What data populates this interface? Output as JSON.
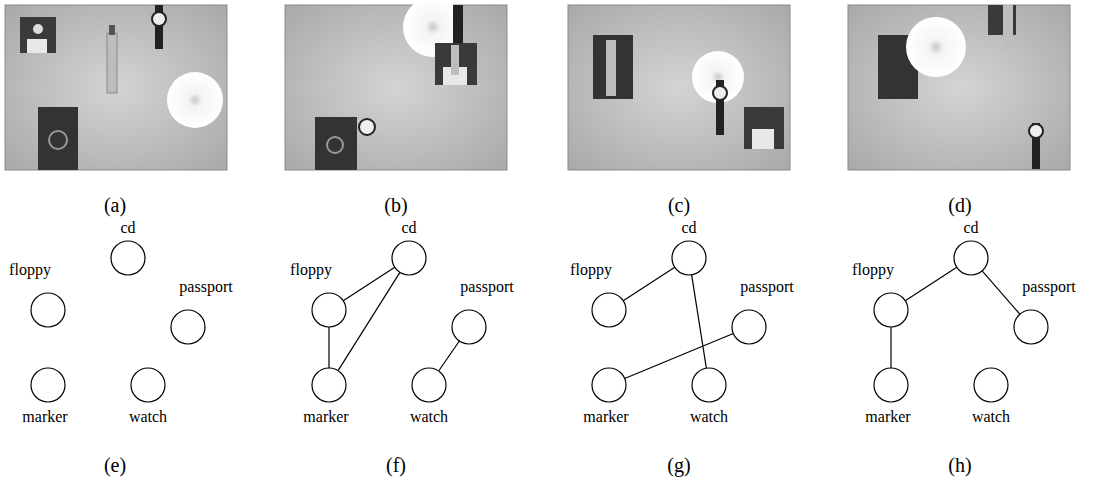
{
  "diagram": {
    "nodes": [
      {
        "text": [
          "cd"
        ]
      },
      {
        "text": [
          "floppy"
        ]
      },
      {
        "text": [
          "passport"
        ]
      },
      {
        "text": [
          "marker"
        ]
      },
      {
        "text": [
          "watch"
        ]
      },
      {
        "text": [
          "cd"
        ]
      },
      {
        "text": [
          "floppy"
        ]
      },
      {
        "text": [
          "passport"
        ]
      },
      {
        "text": [
          "marker"
        ]
      },
      {
        "text": [
          "watch"
        ]
      },
      {
        "text": [
          "cd"
        ]
      },
      {
        "text": [
          "floppy"
        ]
      },
      {
        "text": [
          "passport"
        ]
      },
      {
        "text": [
          "marker"
        ]
      },
      {
        "text": [
          "watch"
        ]
      },
      {
        "text": [
          "cd"
        ]
      },
      {
        "text": [
          "floppy"
        ]
      },
      {
        "text": [
          "passport"
        ]
      },
      {
        "text": [
          "marker"
        ]
      },
      {
        "text": [
          "watch"
        ]
      }
    ],
    "edges": [
      {
        "from": 6,
        "to": 5,
        "arrow": "none"
      },
      {
        "from": 6,
        "to": 8,
        "arrow": "none"
      },
      {
        "from": 5,
        "to": 8,
        "arrow": "none"
      },
      {
        "from": 7,
        "to": 9,
        "arrow": "none"
      },
      {
        "from": 11,
        "to": 10,
        "arrow": "none"
      },
      {
        "from": 10,
        "to": 14,
        "arrow": "none"
      },
      {
        "from": 12,
        "to": 13,
        "arrow": "none"
      },
      {
        "from": 16,
        "to": 15,
        "arrow": "none"
      },
      {
        "from": 15,
        "to": 17,
        "arrow": "none"
      },
      {
        "from": 16,
        "to": 18,
        "arrow": "none"
      }
    ],
    "labels": [
      "(a)",
      "(b)",
      "(c)",
      "(d)",
      "(e)",
      "(f)",
      "(g)",
      "(h)"
    ]
  }
}
